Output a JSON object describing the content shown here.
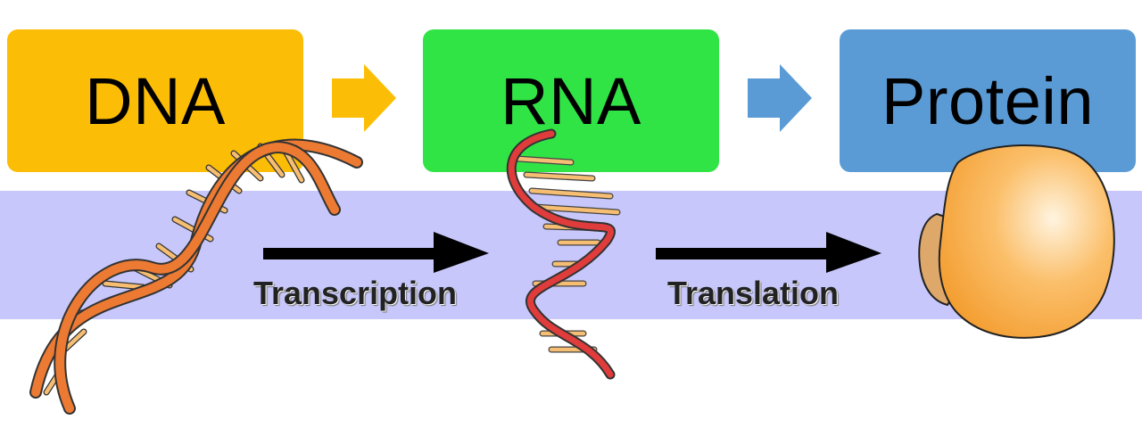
{
  "stages": {
    "dna": {
      "label": "DNA",
      "color": "#fbbd05"
    },
    "rna": {
      "label": "RNA",
      "color": "#31e446"
    },
    "protein": {
      "label": "Protein",
      "color": "#5b9bd5"
    }
  },
  "processes": {
    "transcription": "Transcription",
    "translation": "Translation"
  },
  "band_color": "#c7c7fb",
  "arrow_colors": {
    "dna_to_rna": "#fbbd05",
    "rna_to_protein": "#5b9bd5",
    "process": "#000000"
  },
  "icons": [
    "dna-double-helix-icon",
    "rna-strand-icon",
    "protein-blob-icon"
  ]
}
